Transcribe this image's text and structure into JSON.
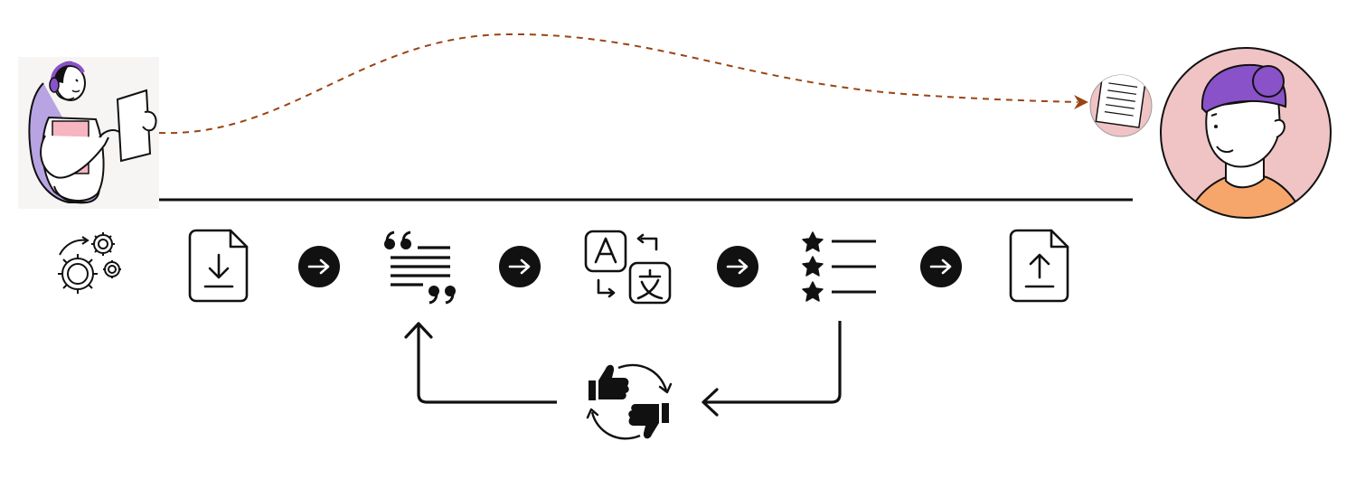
{
  "colors": {
    "background": "#ffffff",
    "ink": "#111111",
    "connector": "#9a4412",
    "skin_pink": "#f0c3c4",
    "hair_purple": "#8a52c9",
    "shirt_orange": "#f6a66b",
    "agent_lavender": "#b8a4e3",
    "agent_pink": "#f6b5c0",
    "agent_bg": "#f7f5f3"
  },
  "nodes": [
    {
      "id": "agent",
      "icon": "agent-illustration"
    },
    {
      "id": "customer",
      "icon": "customer-avatar"
    },
    {
      "id": "document",
      "icon": "document-icon"
    },
    {
      "id": "automation",
      "icon": "gears-icon"
    },
    {
      "id": "download",
      "icon": "file-download-icon"
    },
    {
      "id": "extract",
      "icon": "quote-text-icon"
    },
    {
      "id": "translate",
      "icon": "translate-icon"
    },
    {
      "id": "evaluate",
      "icon": "rated-list-icon"
    },
    {
      "id": "upload",
      "icon": "file-upload-icon"
    },
    {
      "id": "feedback",
      "icon": "feedback-thumbs-icon"
    }
  ],
  "flow": [
    {
      "from": "download",
      "to": "extract",
      "icon": "arrow-circle-icon"
    },
    {
      "from": "extract",
      "to": "translate",
      "icon": "arrow-circle-icon"
    },
    {
      "from": "translate",
      "to": "evaluate",
      "icon": "arrow-circle-icon"
    },
    {
      "from": "evaluate",
      "to": "upload",
      "icon": "arrow-circle-icon"
    }
  ],
  "loop": [
    {
      "from": "evaluate",
      "to": "feedback"
    },
    {
      "from": "feedback",
      "to": "extract"
    }
  ],
  "delivery": {
    "from": "agent",
    "to": "document",
    "style": "dashed"
  }
}
